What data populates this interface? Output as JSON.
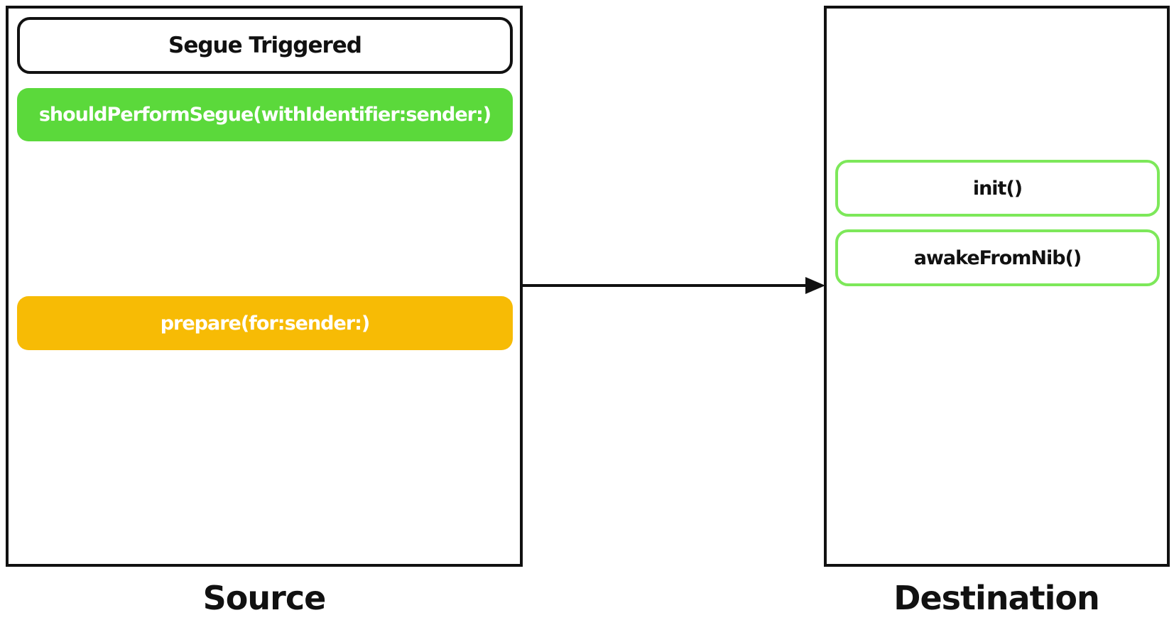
{
  "source": {
    "caption": "Source",
    "header_label": "Segue Triggered",
    "steps": [
      {
        "label": "shouldPerformSegue(withIdentifier:sender:)",
        "color": "#5bd93b"
      },
      {
        "label": "prepare(for:sender:)",
        "color": "#f7bb05"
      }
    ]
  },
  "destination": {
    "caption": "Destination",
    "steps": [
      {
        "label": "init()",
        "border_color": "#7de85a"
      },
      {
        "label": "awakeFromNib()",
        "border_color": "#7de85a"
      }
    ]
  },
  "colors": {
    "outline": "#111111",
    "background": "#ffffff"
  },
  "connector": {
    "icon": "arrow-right-icon"
  }
}
